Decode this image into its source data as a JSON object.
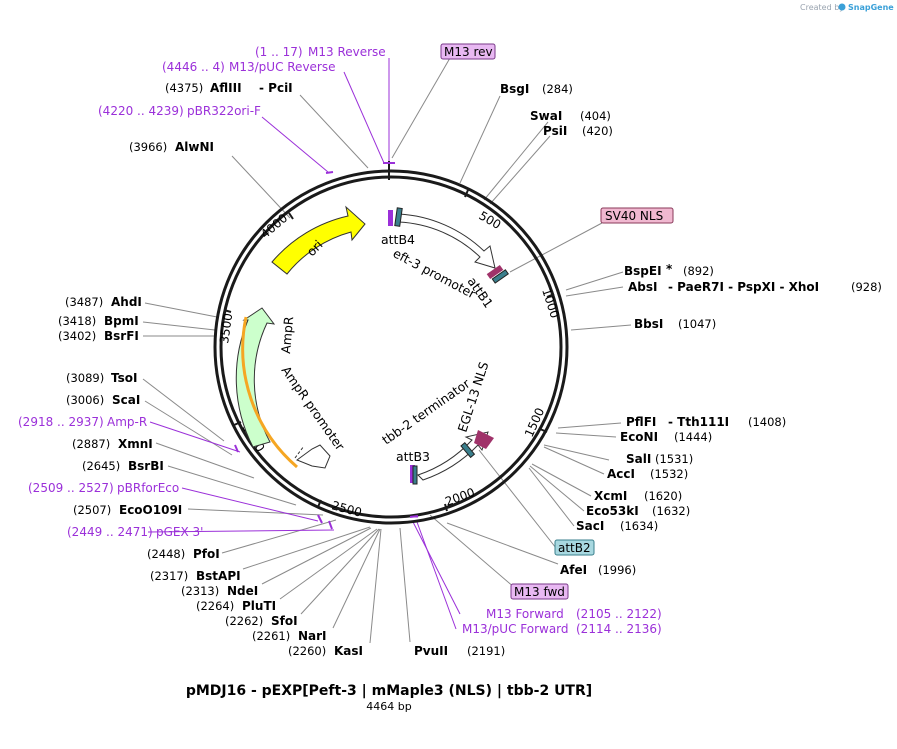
{
  "credit": {
    "created_by": "Created by",
    "brand": "SnapGene"
  },
  "title": "pMDJ16 - pEXP[Peft-3 | mMaple3 (NLS) | tbb-2 UTR]",
  "length": "4464 bp",
  "ring_ticks": [
    "500",
    "1000",
    "1500",
    "2000",
    "2500",
    "3000",
    "3500",
    "4000"
  ],
  "features": {
    "ori": "ori",
    "ampr": "AmpR",
    "ampr_promoter": "AmpR promoter",
    "eft3": "eft-3 promoter",
    "egl13": "EGL-13 NLS",
    "tbb2": "tbb-2 terminator",
    "attB4": "attB4",
    "attB1": "attB1",
    "attB3": "attB3"
  },
  "boxed": {
    "m13rev": "M13 rev",
    "sv40": "SV40 NLS",
    "attB2": "attB2",
    "m13fwd": "M13 fwd"
  },
  "sites": [
    {
      "pos": "(4375)",
      "name": "AflIII",
      "extra": "- PciI"
    },
    {
      "pos": "(3966)",
      "name": "AlwNI"
    },
    {
      "name": "BsgI",
      "pos": "(284)"
    },
    {
      "name": "SwaI",
      "pos": "(404)"
    },
    {
      "name": "PsiI",
      "pos": "(420)"
    },
    {
      "name": "BspEI",
      "star": "*",
      "pos": "(892)"
    },
    {
      "name": "AbsI",
      "extra": "- PaeR7I - PspXI - XhoI",
      "pos": "(928)"
    },
    {
      "name": "BbsI",
      "pos": "(1047)"
    },
    {
      "name": "PflFI",
      "extra": "- Tth111I",
      "pos": "(1408)"
    },
    {
      "name": "EcoNI",
      "pos": "(1444)"
    },
    {
      "name": "SalI",
      "pos": "(1531)"
    },
    {
      "name": "AccI",
      "pos": "(1532)"
    },
    {
      "name": "XcmI",
      "pos": "(1620)"
    },
    {
      "name": "Eco53kI",
      "pos": "(1632)"
    },
    {
      "name": "SacI",
      "pos": "(1634)"
    },
    {
      "name": "AfeI",
      "pos": "(1996)"
    },
    {
      "name": "PvuII",
      "pos": "(2191)"
    },
    {
      "pos": "(2260)",
      "name": "KasI"
    },
    {
      "pos": "(2261)",
      "name": "NarI"
    },
    {
      "pos": "(2262)",
      "name": "SfoI"
    },
    {
      "pos": "(2264)",
      "name": "PluTI"
    },
    {
      "pos": "(2313)",
      "name": "NdeI"
    },
    {
      "pos": "(2317)",
      "name": "BstAPI"
    },
    {
      "pos": "(2448)",
      "name": "PfoI"
    },
    {
      "pos": "(2507)",
      "name": "EcoO109I"
    },
    {
      "pos": "(2645)",
      "name": "BsrBI"
    },
    {
      "pos": "(2887)",
      "name": "XmnI"
    },
    {
      "pos": "(3006)",
      "name": "ScaI"
    },
    {
      "pos": "(3089)",
      "name": "TsoI"
    },
    {
      "pos": "(3402)",
      "name": "BsrFI"
    },
    {
      "pos": "(3418)",
      "name": "BpmI"
    },
    {
      "pos": "(3487)",
      "name": "AhdI"
    }
  ],
  "primers": [
    {
      "range": "(1 .. 17)",
      "name": "M13 Reverse"
    },
    {
      "range": "(4446 .. 4)",
      "name": "M13/pUC Reverse"
    },
    {
      "range": "(4220 .. 4239)",
      "name": "pBR322ori-F"
    },
    {
      "range": "(2918 .. 2937)",
      "name": "Amp-R"
    },
    {
      "range": "(2509 .. 2527)",
      "name": "pBRforEco"
    },
    {
      "range": "(2449 .. 2471)",
      "name": "pGEX 3'"
    },
    {
      "name": "M13 Forward",
      "range": "(2105 .. 2122)"
    },
    {
      "name": "M13/pUC Forward",
      "range": "(2114 .. 2136)"
    }
  ],
  "colors": {
    "backbone": "#1a1a1a",
    "ori": "#ffff00",
    "ampr": "#ccffcc",
    "ampr_highlight": "#f5a623",
    "primer": "#9b30d9",
    "attB_teal": "#3a7f8c",
    "egl13": "#a0336a",
    "m13_box": "#e8b8f2",
    "sv40_box": "#f0b8d0",
    "attB2_box": "#a8d8e0",
    "leader": "#808080"
  }
}
